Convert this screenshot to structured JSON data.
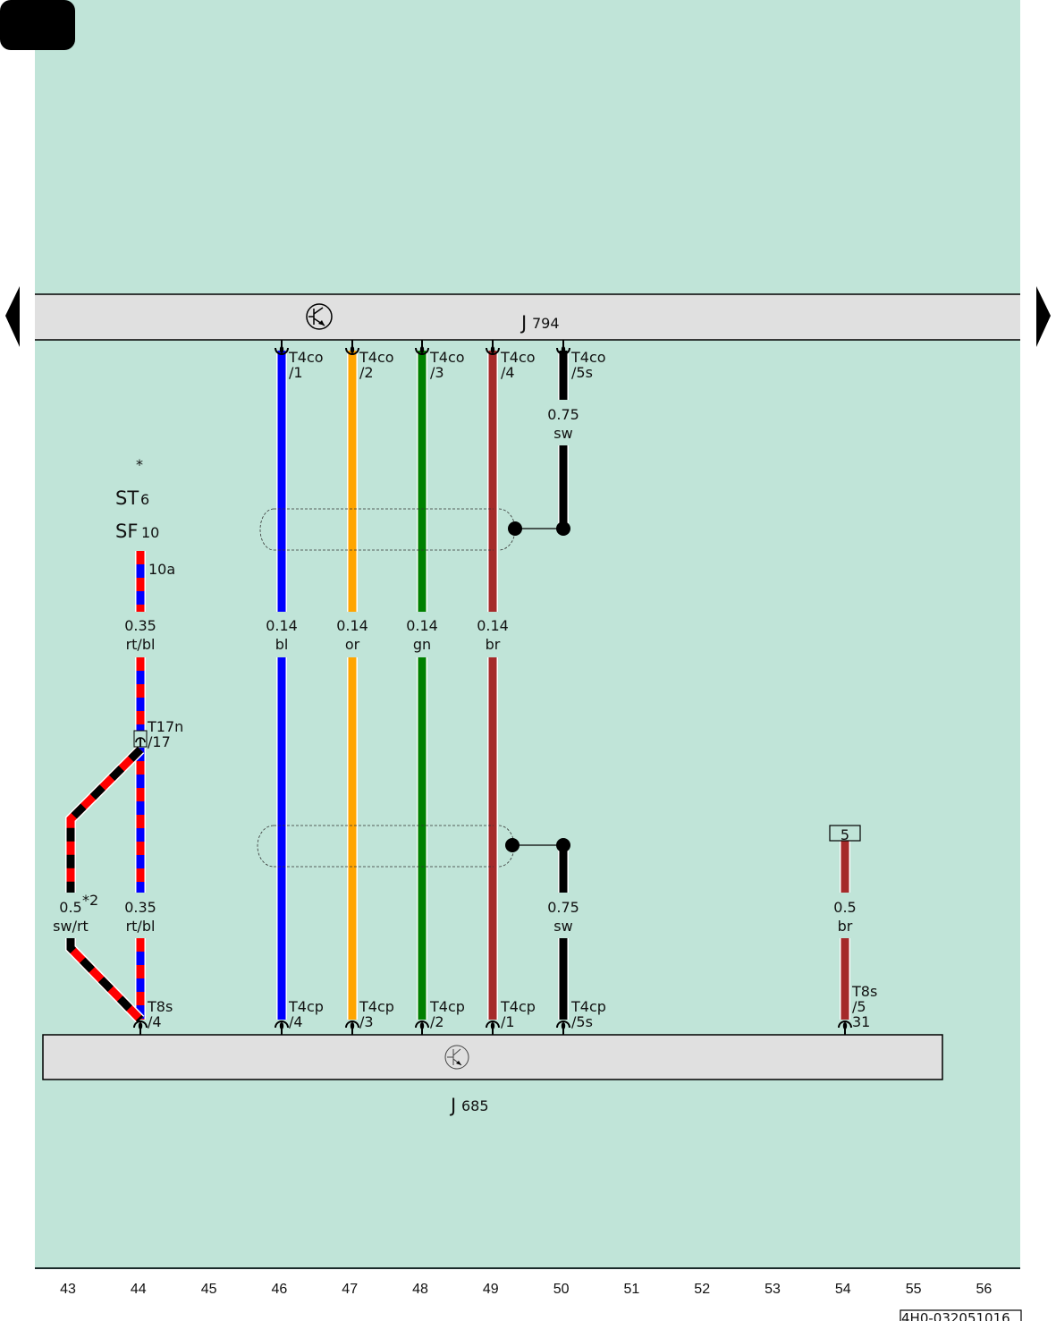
{
  "colors": {
    "background": "#c0e4d8",
    "component_fill": "#e0e0e0",
    "bl": "#0000ff",
    "or": "#ffa500",
    "gn": "#008000",
    "br": "#a52a2a",
    "sw": "#000000",
    "rt": "#ff0000"
  },
  "navigation": {
    "prev_label": "previous page",
    "next_label": "next page"
  },
  "components": {
    "top": {
      "id_letter": "J",
      "id_number": "794",
      "icon": "transistor-icon"
    },
    "bottom": {
      "id_letter": "J",
      "id_number": "685",
      "icon": "transistor-icon"
    }
  },
  "fuse": {
    "asterisk": "*",
    "line1_main": "ST",
    "line1_sub": "6",
    "line2_main": "SF",
    "line2_sub": "10",
    "terminal": "10a"
  },
  "top_connectors": [
    {
      "name": "T4co",
      "pin": "/1"
    },
    {
      "name": "T4co",
      "pin": "/2"
    },
    {
      "name": "T4co",
      "pin": "/3"
    },
    {
      "name": "T4co",
      "pin": "/4"
    },
    {
      "name": "T4co",
      "pin": "/5s"
    }
  ],
  "bottom_connectors": [
    {
      "name": "T8s",
      "pin": "/4"
    },
    {
      "name": "T4cp",
      "pin": "/4"
    },
    {
      "name": "T4cp",
      "pin": "/3"
    },
    {
      "name": "T4cp",
      "pin": "/2"
    },
    {
      "name": "T4cp",
      "pin": "/1"
    },
    {
      "name": "T4cp",
      "pin": "/5s"
    },
    {
      "name": "T8s",
      "pin": "/5",
      "extra": "31"
    }
  ],
  "inline_connector": {
    "name": "T17n",
    "pin": "/17"
  },
  "wires": [
    {
      "column": "44",
      "size": "0.35",
      "color_code": "rt/bl",
      "segment": "upper"
    },
    {
      "column": "46",
      "size": "0.14",
      "color_code": "bl"
    },
    {
      "column": "47",
      "size": "0.14",
      "color_code": "or"
    },
    {
      "column": "48",
      "size": "0.14",
      "color_code": "gn"
    },
    {
      "column": "49",
      "size": "0.14",
      "color_code": "br"
    },
    {
      "column": "50",
      "size": "0.75",
      "color_code": "sw",
      "segment": "upper"
    },
    {
      "column": "43",
      "size": "0.5",
      "color_code": "sw/rt",
      "note": "*2"
    },
    {
      "column": "44",
      "size": "0.35",
      "color_code": "rt/bl",
      "segment": "lower"
    },
    {
      "column": "50",
      "size": "0.75",
      "color_code": "sw",
      "segment": "lower"
    },
    {
      "column": "54",
      "size": "0.5",
      "color_code": "br"
    }
  ],
  "ground_box": "5",
  "column_numbers": [
    "43",
    "44",
    "45",
    "46",
    "47",
    "48",
    "49",
    "50",
    "51",
    "52",
    "53",
    "54",
    "55",
    "56"
  ],
  "document_id": "4H0-032051016"
}
